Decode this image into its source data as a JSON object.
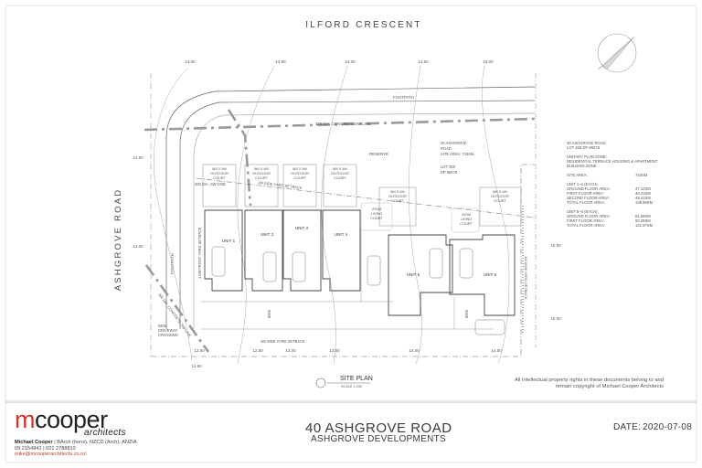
{
  "street_top": "ILFORD CRESCENT",
  "street_left": "ASHGROVE ROAD",
  "site_plan": {
    "title": "SITE PLAN",
    "scale": "SCALE 1:200"
  },
  "contour_top": [
    "13.00",
    "13.50",
    "14.00",
    "14.50",
    "15.00"
  ],
  "contour_bottom": [
    "12.50",
    "12.50",
    "13.00",
    "13.50",
    "14.00",
    "14.50"
  ],
  "contour_left": [
    "12.50",
    "12.00"
  ],
  "contour_right": [
    "15.50",
    "15.00"
  ],
  "bottom_left_level": "12.60",
  "labels": {
    "footpath": "FOOTPATH",
    "footpath_left": "FOOTPATH",
    "sw_line": "375 DIA. CONCRETE SW LINE",
    "sw_line_left": "300 DIA. SW LINE",
    "sw_line_diag": "300 DIA. CONCRETE SW LINE",
    "reserve": "RESERVE",
    "side_setback_top": "1M SIDE YARD SETBACK",
    "side_setback_bottom": "1M SIDE YARD SETBACK",
    "front_setback": "1.5M FRONT YARD SETBACK",
    "new_driveway": [
      "NEW",
      "DRIVEWAY",
      "CROSSING"
    ],
    "dim_left": "8000",
    "dim_right": "8000",
    "outdoor_court": [
      "8M X 4M",
      "OUTDOOR",
      "COURT"
    ],
    "living_court": [
      "20SM",
      "LIVING",
      "COURT"
    ],
    "living_court_2": [
      "20SM",
      "LIVING",
      "COURT"
    ],
    "lot_adjacent": [
      "40 ASHGROVE",
      "ROAD",
      "SITE AREA: 723SM"
    ],
    "lot_ref": [
      "LOT 458",
      "DP 96578"
    ],
    "right_edge": "1M SIDE YARD SETBACK"
  },
  "units": [
    "UNIT 1",
    "UNIT 2",
    "UNIT 3",
    "UNIT 4",
    "UNIT 5",
    "UNIT 6"
  ],
  "site_info": {
    "line1": "40 ASHGROVE ROAD",
    "line2": "LOT 458 DP 96578",
    "zone1": "UNITARY PLAN ZONE:",
    "zone2": "RESIDENTIAL TERRACE HOUSING & APARTMENT",
    "zone3": "BUILDING ZONE",
    "site_area_label": "SITE AREA:",
    "site_area_value": "723SM",
    "unit14_title": "UNIT 1~4 (EACH):",
    "unit14_ground_label": "GROUND FLOOR AREA:",
    "unit14_ground_value": "47.14SM",
    "unit14_first_label": "FIRST FLOOR AREA:",
    "unit14_first_value": "46.41SM",
    "unit14_second_label": "SECOND FLOOR AREA:",
    "unit14_second_value": "46.41SM",
    "unit14_total_label": "TOTAL FLOOR AREA:",
    "unit14_total_value": "139.96SM",
    "unit56_title": "UNIT 5~6 (EACH):",
    "unit56_ground_label": "GROUND FLOOR AREA:",
    "unit56_ground_value": "61.58SM",
    "unit56_first_label": "FIRST FLOOR AREA:",
    "unit56_first_value": "60.29SM",
    "unit56_total_label": "TOTAL FLOOR AREA:",
    "unit56_total_value": "121.87SM"
  },
  "ip_notice": "All Intellectual property rights in these documents belong to and remain copyright of Michael Cooper Architects",
  "title_block": {
    "logo_main": "mcooper",
    "logo_sub": "architects",
    "project": "40 ASHGROVE ROAD",
    "client": "ASHGROVE DEVELOPMENTS",
    "date_label": "DATE:",
    "date_value": "2020-07-08",
    "contact_name": "Michael Cooper",
    "contact_quals": " | BArch (hons), NZCD (Arch), ANZIA",
    "contact_phone": "09 2154841 | 021 2788810",
    "contact_email": "mike@mcooperarchitects.co.nz"
  },
  "colors": {
    "accent": "#d0342c",
    "line": "#555555",
    "dash": "#9a9a9a"
  }
}
